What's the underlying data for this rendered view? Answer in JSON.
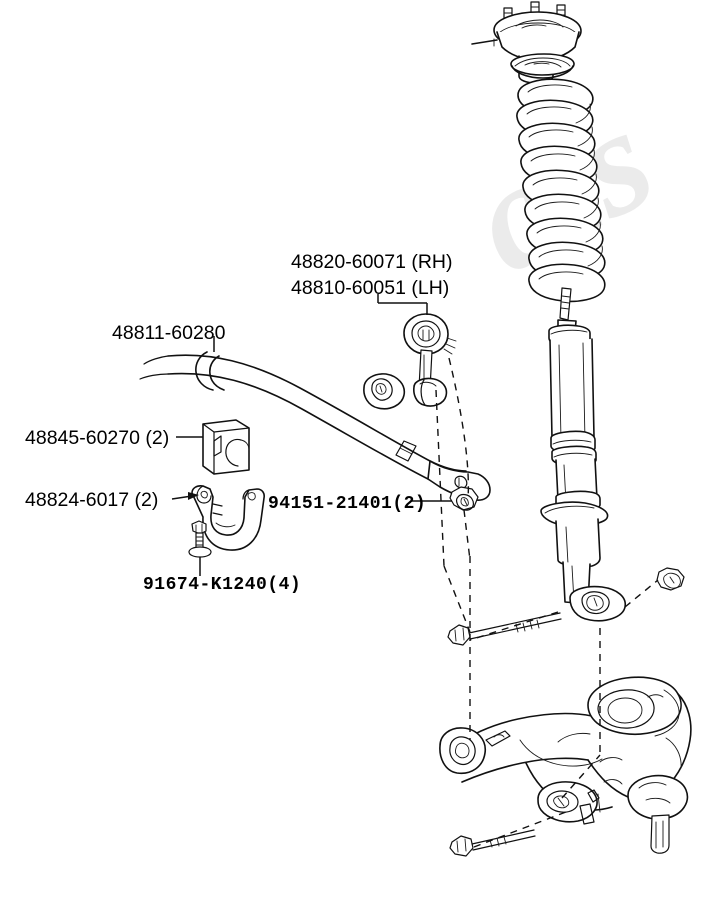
{
  "diagram": {
    "kind": "automotive-parts-exploded-diagram",
    "subject": "Front suspension — stabilizer bar, shock absorber and lower arm",
    "background_color": "#ffffff",
    "line_color": "#111111",
    "watermark_color": "#cfcfcf",
    "watermark_text": "als"
  },
  "labels": {
    "stabilizer_link_rh": "48820-60071 (RH)",
    "stabilizer_link_lh": "48810-60051 (LH)",
    "stabilizer_bar": "48811-60280",
    "stabilizer_bushing": "48845-60270 (2)",
    "stabilizer_bracket": "48824-6017 (2)",
    "link_nut": "94151-21401(2)",
    "bracket_bolt": "91674-K1240(4)"
  },
  "parts": [
    {
      "id": "strut-mount",
      "name": "strut-mount-with-studs",
      "number": null
    },
    {
      "id": "spring-seat",
      "name": "upper-spring-seat-bearing",
      "number": null
    },
    {
      "id": "coil-spring",
      "name": "coil-spring",
      "number": null
    },
    {
      "id": "shock-absorber",
      "name": "shock-absorber",
      "number": null
    },
    {
      "id": "stabilizer-bar",
      "name": "stabilizer-bar",
      "number": "48811-60280"
    },
    {
      "id": "stabilizer-link",
      "name": "stabilizer-link",
      "number": "48820-60071 (RH)"
    },
    {
      "id": "stabilizer-bushing",
      "name": "stabilizer-bar-bushing",
      "number": "48845-60270 (2)"
    },
    {
      "id": "stabilizer-bracket",
      "name": "stabilizer-bar-bracket",
      "number": "48824-6017 (2)"
    },
    {
      "id": "bracket-bolt",
      "name": "bracket-bolt",
      "number": "91674-K1240(4)"
    },
    {
      "id": "link-nut",
      "name": "stabilizer-link-nut",
      "number": "94151-21401(2)"
    },
    {
      "id": "lower-control-arm",
      "name": "lower-control-arm-with-ball-joint",
      "number": null
    },
    {
      "id": "lower-arm-bolt",
      "name": "lower-arm-through-bolt",
      "number": null
    },
    {
      "id": "shock-lower-nut",
      "name": "shock-lower-mount-nut",
      "number": null
    }
  ]
}
